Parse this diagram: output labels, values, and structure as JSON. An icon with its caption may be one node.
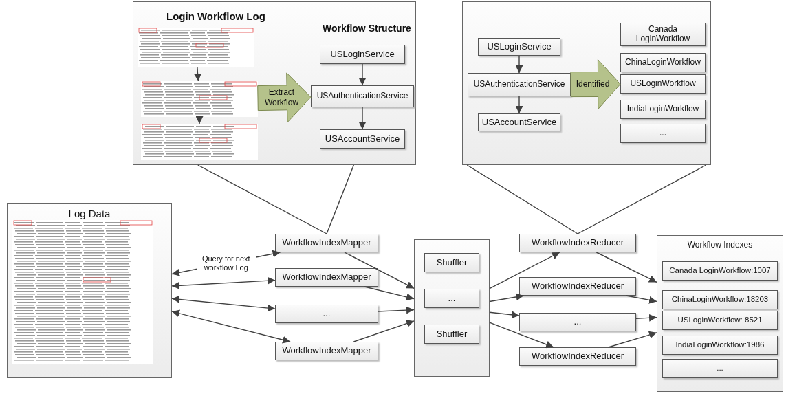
{
  "diagram": {
    "nodes": [
      {
        "text": [
          "Login Workflow Log",
          "Workflow Structure"
        ]
      },
      {
        "text": [],
        "shape": "picture",
        "in": 0
      },
      {
        "text": [],
        "shape": "picture",
        "in": 0
      },
      {
        "text": [],
        "shape": "picture",
        "in": 0
      },
      {
        "text": [
          "USLoginService"
        ],
        "in": 0
      },
      {
        "text": [
          "USAuthenticationService"
        ],
        "in": 0
      },
      {
        "text": [
          "USAccountService"
        ],
        "in": 0
      },
      {
        "text": [],
        "shape": "box"
      },
      {
        "text": [
          "USLoginService"
        ],
        "in": 7
      },
      {
        "text": [
          "USAuthenticationService"
        ],
        "in": 7
      },
      {
        "text": [
          "USAccountService"
        ],
        "in": 7
      },
      {
        "text": [
          "Canada LoginWorkflow"
        ],
        "in": 7
      },
      {
        "text": [
          "ChinaLoginWorkflow"
        ],
        "in": 7
      },
      {
        "text": [
          "USLoginWorkflow"
        ],
        "in": 7
      },
      {
        "text": [
          "IndiaLoginWorkflow"
        ],
        "in": 7
      },
      {
        "text": [
          "..."
        ],
        "in": 7
      },
      {
        "text": [
          "Log Data"
        ]
      },
      {
        "text": [],
        "shape": "picture",
        "in": 16
      },
      {
        "text": [
          "WorkflowIndexMapper"
        ]
      },
      {
        "text": [
          "WorkflowIndexMapper"
        ]
      },
      {
        "text": [
          "..."
        ]
      },
      {
        "text": [
          "WorkflowIndexMapper"
        ]
      },
      {
        "text": [],
        "shape": "box"
      },
      {
        "text": [
          "Shuffler"
        ],
        "in": 22
      },
      {
        "text": [
          "..."
        ],
        "in": 22
      },
      {
        "text": [
          "Shuffler"
        ],
        "in": 22
      },
      {
        "text": [
          "WorkflowIndexReducer"
        ]
      },
      {
        "text": [
          "WorkflowIndexReducer"
        ]
      },
      {
        "text": [
          "..."
        ]
      },
      {
        "text": [
          "WorkflowIndexReducer"
        ]
      },
      {
        "text": [
          "Workflow Indexes"
        ]
      },
      {
        "text": [
          "Canada LoginWorkflow:1007"
        ],
        "in": 30
      },
      {
        "text": [
          "ChinaLoginWorkflow:18203"
        ],
        "in": 30
      },
      {
        "text": [
          "USLoginWorkflow: 8521"
        ],
        "in": 30
      },
      {
        "text": [
          "IndiaLoginWorkflow:1986"
        ],
        "in": 30
      },
      {
        "text": [
          "..."
        ],
        "in": 30
      }
    ],
    "edges": [
      {
        "from": 1,
        "to": 2,
        "arrow": "to"
      },
      {
        "from": 2,
        "to": 3,
        "arrow": "to"
      },
      {
        "from": 2,
        "to": 5,
        "arrow": "to",
        "label": "Extract Workflow",
        "style": "thick",
        "color": "#b5c28b"
      },
      {
        "from": 4,
        "to": 5,
        "arrow": "to"
      },
      {
        "from": 5,
        "to": 6,
        "arrow": "to"
      },
      {
        "from": 8,
        "to": 9,
        "arrow": "to"
      },
      {
        "from": 9,
        "to": 10,
        "arrow": "to"
      },
      {
        "from": 9,
        "to": 13,
        "arrow": "to",
        "label": "Identified",
        "style": "thick",
        "color": "#b5c28b"
      },
      {
        "from": 16,
        "to": 18,
        "arrow": "both",
        "label": "Query for next workflow Log"
      },
      {
        "from": 16,
        "to": 19,
        "arrow": "both"
      },
      {
        "from": 16,
        "to": 20,
        "arrow": "both"
      },
      {
        "from": 16,
        "to": 21,
        "arrow": "both"
      },
      {
        "from": 18,
        "to": 22,
        "arrow": "to"
      },
      {
        "from": 19,
        "to": 22,
        "arrow": "to"
      },
      {
        "from": 20,
        "to": 22,
        "arrow": "to"
      },
      {
        "from": 21,
        "to": 22,
        "arrow": "to"
      },
      {
        "from": 22,
        "to": 26,
        "arrow": "to"
      },
      {
        "from": 22,
        "to": 27,
        "arrow": "to"
      },
      {
        "from": 22,
        "to": 28,
        "arrow": "to"
      },
      {
        "from": 22,
        "to": 29,
        "arrow": "to"
      },
      {
        "from": 26,
        "to": 30,
        "arrow": "to"
      },
      {
        "from": 27,
        "to": 30,
        "arrow": "to"
      },
      {
        "from": 28,
        "to": 30,
        "arrow": "to"
      },
      {
        "from": 29,
        "to": 30,
        "arrow": "to"
      },
      {
        "from": 0,
        "to": 18,
        "arrow": "none"
      },
      {
        "from": 7,
        "to": 26,
        "arrow": "none"
      }
    ]
  }
}
